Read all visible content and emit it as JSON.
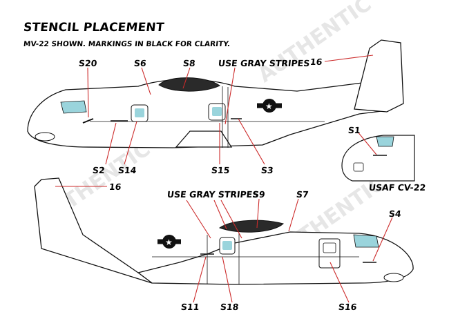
{
  "title": "STENCIL PLACEMENT",
  "subtitle": "MV-22 SHOWN. MARKINGS IN BLACK FOR CLARITY.",
  "labels": {
    "s20": "S20",
    "s6": "S6",
    "s8": "S8",
    "gray_stripes_top": "USE GRAY STRIPES",
    "n16_top": "16",
    "s2": "S2",
    "s14": "S14",
    "s15": "S15",
    "s3": "S3",
    "s1": "S1",
    "usaf": "USAF CV-22",
    "n16_bottom": "16",
    "gray_stripes_bottom": "USE GRAY STRIPES",
    "s9": "S9",
    "s7": "S7",
    "s4": "S4",
    "s11": "S11",
    "s18": "S18",
    "s16": "S16"
  },
  "colors": {
    "leader": "#cc2a2a",
    "outline": "#111111",
    "glass": "#9ad4dc",
    "canopy": "#222222"
  }
}
